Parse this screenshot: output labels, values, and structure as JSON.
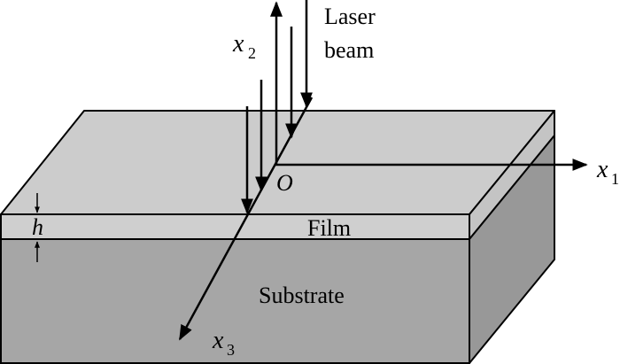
{
  "labels": {
    "laser_line1": "Laser",
    "laser_line2": "beam",
    "x1": "x",
    "x1_sub": "1",
    "x2": "x",
    "x2_sub": "2",
    "x3": "x",
    "x3_sub": "3",
    "origin": "O",
    "h": "h",
    "film": "Film",
    "substrate": "Substrate"
  },
  "colors": {
    "top_face": "#cccccc",
    "film_face": "#cfcfcf",
    "substrate_face": "#a6a6a6",
    "substrate_side": "#989898",
    "film_side": "#c4c4c4",
    "stroke": "#000000"
  }
}
